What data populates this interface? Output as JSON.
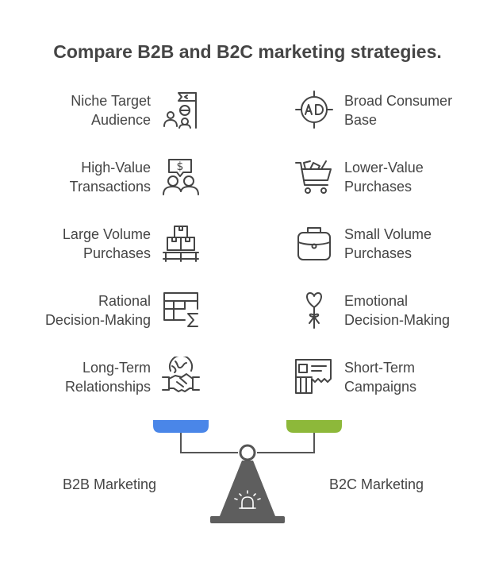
{
  "title": "Compare B2B and B2C marketing strategies.",
  "b2b": {
    "label": "B2B Marketing",
    "color": "#4a86e8",
    "items": [
      {
        "line1": "Niche Target",
        "line2": "Audience",
        "icon": "target-audience-icon"
      },
      {
        "line1": "High-Value",
        "line2": "Transactions",
        "icon": "money-transaction-icon"
      },
      {
        "line1": "Large Volume",
        "line2": "Purchases",
        "icon": "pallet-boxes-icon"
      },
      {
        "line1": "Rational",
        "line2": "Decision-Making",
        "icon": "spreadsheet-sum-icon"
      },
      {
        "line1": "Long-Term",
        "line2": "Relationships",
        "icon": "globe-handshake-icon"
      }
    ]
  },
  "b2c": {
    "label": "B2C Marketing",
    "color": "#8db83a",
    "items": [
      {
        "line1": "Broad Consumer",
        "line2": "Base",
        "icon": "ad-badge-icon"
      },
      {
        "line1": "Lower-Value",
        "line2": "Purchases",
        "icon": "shopping-cart-icon"
      },
      {
        "line1": "Small Volume",
        "line2": "Purchases",
        "icon": "handbag-icon"
      },
      {
        "line1": "Emotional",
        "line2": "Decision-Making",
        "icon": "heart-balloon-icon"
      },
      {
        "line1": "Short-Term",
        "line2": "Campaigns",
        "icon": "receipt-campaign-icon"
      }
    ]
  }
}
